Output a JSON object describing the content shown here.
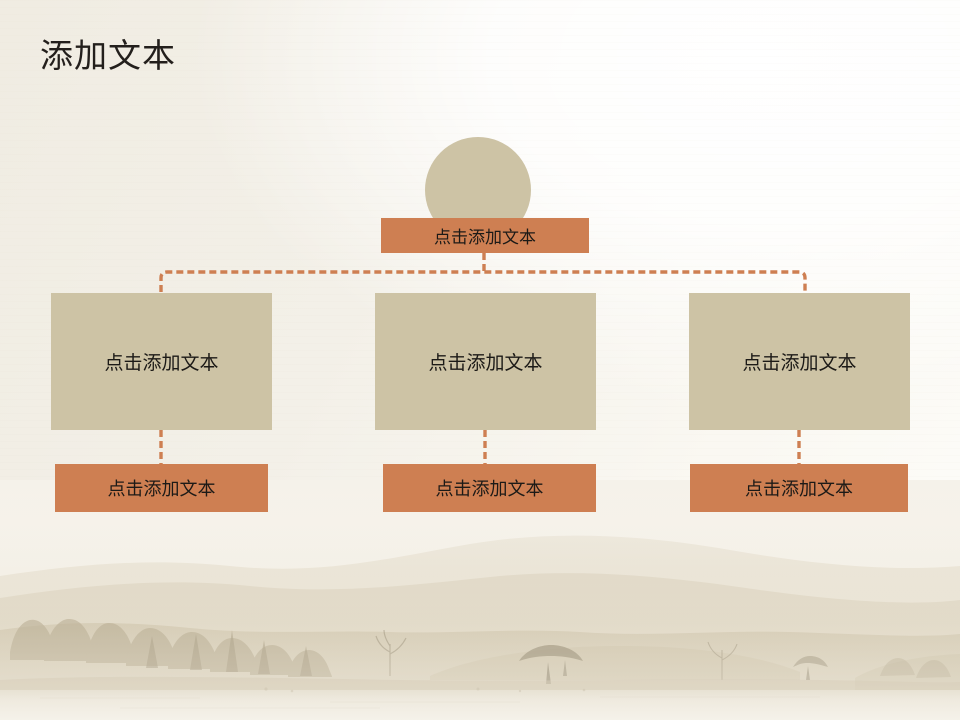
{
  "slide": {
    "title": "添加文本",
    "background_description": "misty pale beige landscape with rolling hills, trees and water",
    "colors": {
      "accent_orange": "#ce7f52",
      "accent_tan": "#cdc3a5",
      "background_light": "#fdfdfa",
      "background_beige": "#f0ece2",
      "title_text": "#231f1c",
      "node_text": "#1c1a17",
      "connector_line": "#ce7f52"
    }
  },
  "diagram": {
    "type": "org-chart",
    "top_node": {
      "label": "点击添加文本",
      "shape": "rectangle",
      "fill": "#ce7f52"
    },
    "decor_circle": {
      "shape": "circle",
      "fill": "#cdc3a5"
    },
    "middle_nodes": [
      {
        "label": "点击添加文本",
        "shape": "rectangle",
        "fill": "#cdc3a5"
      },
      {
        "label": "点击添加文本",
        "shape": "rectangle",
        "fill": "#cdc3a5"
      },
      {
        "label": "点击添加文本",
        "shape": "rectangle",
        "fill": "#cdc3a5"
      }
    ],
    "bottom_nodes": [
      {
        "label": "点击添加文本",
        "shape": "rectangle",
        "fill": "#ce7f52"
      },
      {
        "label": "点击添加文本",
        "shape": "rectangle",
        "fill": "#ce7f52"
      },
      {
        "label": "点击添加文本",
        "shape": "rectangle",
        "fill": "#ce7f52"
      }
    ],
    "connector_style": "dashed"
  }
}
